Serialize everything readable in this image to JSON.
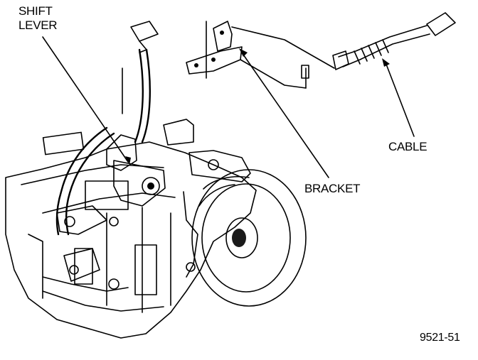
{
  "labels": {
    "shift_lever_line1": "SHIFT",
    "shift_lever_line2": "LEVER",
    "cable": "CABLE",
    "bracket": "BRACKET",
    "figure_number": "9521-51"
  }
}
